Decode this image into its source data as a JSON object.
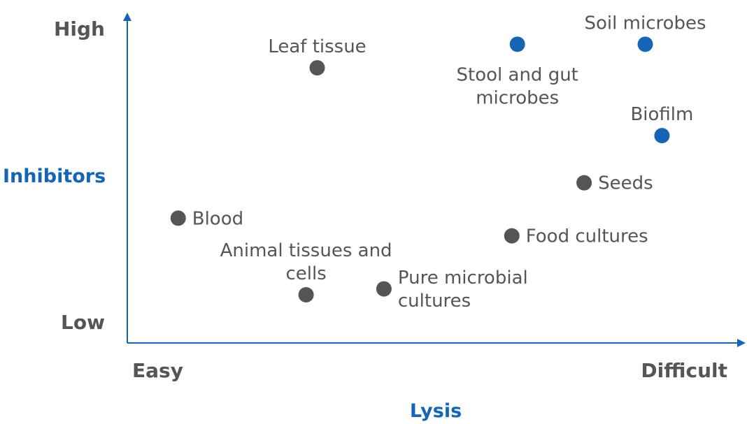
{
  "chart_data": {
    "type": "scatter",
    "xlabel": "Lysis",
    "ylabel": "Inhibitors",
    "x_ticks": {
      "low": "Easy",
      "high": "Difficult"
    },
    "y_ticks": {
      "low": "Low",
      "high": "High"
    },
    "xlim": [
      0,
      10
    ],
    "ylim": [
      0,
      10
    ],
    "grid": false,
    "colors": {
      "axis": "#1565b4",
      "axis_title": "#1565b4",
      "tick_text": "#555555",
      "label_text": "#555555",
      "highlight": "#1565b4",
      "normal": "#555555"
    },
    "points": [
      {
        "label": "Soil microbes",
        "x": 8.9,
        "y": 9.4,
        "highlight": true,
        "label_position": "above"
      },
      {
        "label": "Stool and gut microbes",
        "x": 6.6,
        "y": 9.4,
        "highlight": true,
        "label_position": "below"
      },
      {
        "label": "Biofilm",
        "x": 9.2,
        "y": 6.3,
        "highlight": true,
        "label_position": "above"
      },
      {
        "label": "Leaf tissue",
        "x": 3.0,
        "y": 8.6,
        "highlight": false,
        "label_position": "above"
      },
      {
        "label": "Seeds",
        "x": 7.8,
        "y": 4.7,
        "highlight": false,
        "label_position": "right"
      },
      {
        "label": "Blood",
        "x": 0.5,
        "y": 3.5,
        "highlight": false,
        "label_position": "right"
      },
      {
        "label": "Food cultures",
        "x": 6.5,
        "y": 2.9,
        "highlight": false,
        "label_position": "right"
      },
      {
        "label": "Animal tissues and cells",
        "x": 2.8,
        "y": 0.9,
        "highlight": false,
        "label_position": "above"
      },
      {
        "label": "Pure microbial cultures",
        "x": 4.2,
        "y": 1.1,
        "highlight": false,
        "label_position": "right"
      }
    ]
  }
}
